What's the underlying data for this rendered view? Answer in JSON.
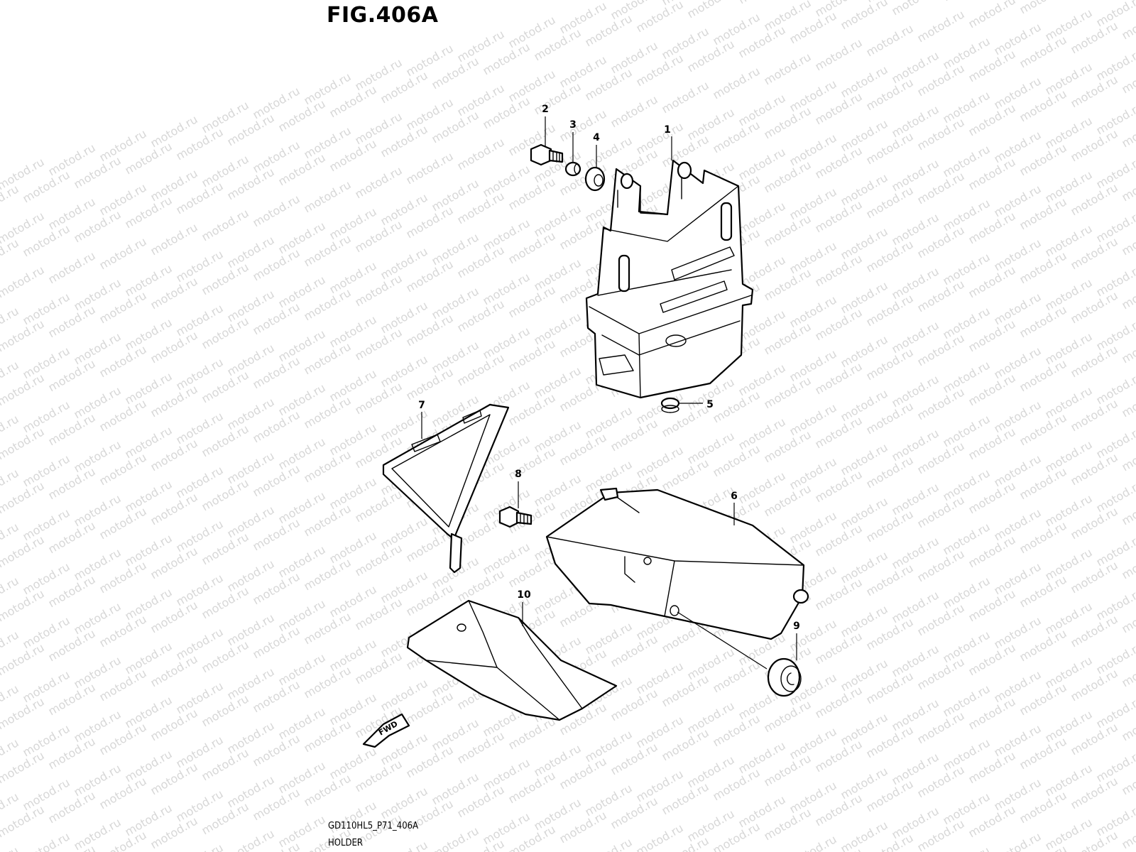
{
  "figure": {
    "title": "FIG.406A",
    "drawing_code": "GD110HL5_P71_406A",
    "name": "HOLDER"
  },
  "watermark": {
    "text": "motod.ru",
    "color": "#d7d7d7"
  },
  "callouts": [
    "1",
    "2",
    "3",
    "4",
    "5",
    "6",
    "7",
    "8",
    "9",
    "10"
  ],
  "direction_marker": {
    "label": "FWD"
  },
  "colors": {
    "line": "#000000",
    "background": "#ffffff"
  }
}
